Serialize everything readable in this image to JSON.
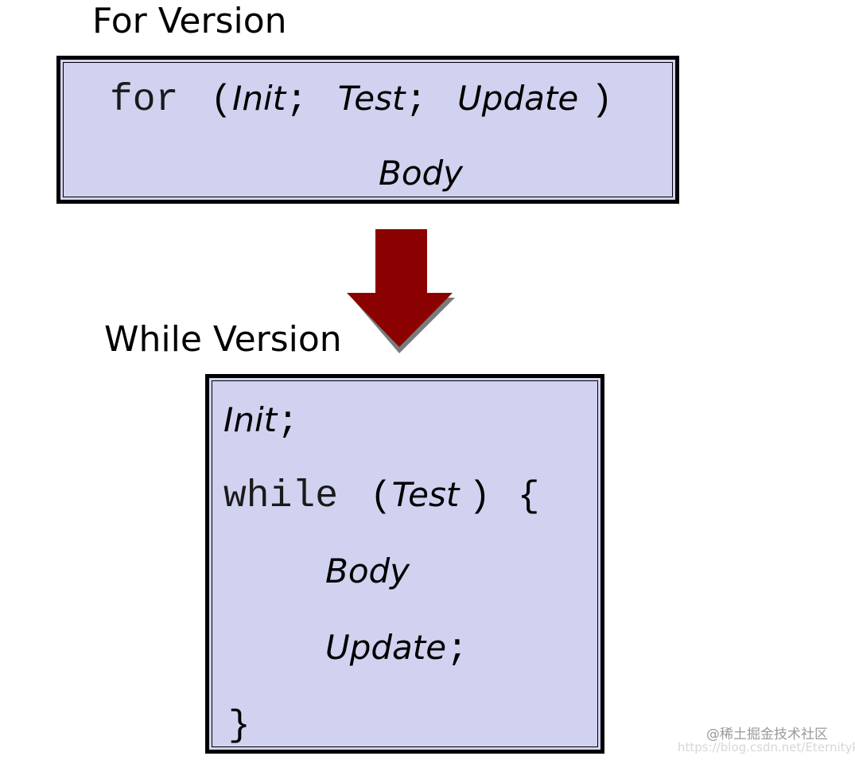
{
  "for_version": {
    "heading": "For Version",
    "kw_for": "for",
    "open_paren": "(",
    "init": "Init",
    "semi1": ";",
    "test": "Test",
    "semi2": ";",
    "update": "Update",
    "close_paren": ")",
    "body": "Body"
  },
  "while_version": {
    "heading": "While Version",
    "init": "Init",
    "init_semi": ";",
    "kw_while": "while",
    "open_paren": "(",
    "test": "Test",
    "close_paren": ")",
    "open_brace": "{",
    "body": "Body",
    "update": "Update",
    "update_semi": ";",
    "close_brace": "}"
  },
  "arrow": {
    "color": "#8b0000",
    "shadow_color": "#7a7a7a"
  },
  "watermark": {
    "text": "@稀土掘金技术社区",
    "url": "https://blog.csdn.net/Eternitykc"
  }
}
